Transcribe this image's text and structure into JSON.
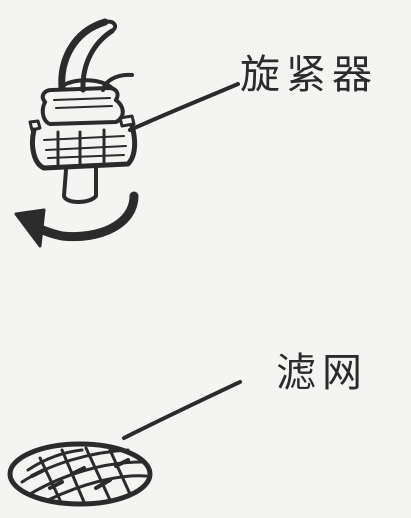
{
  "figure": {
    "parts": [
      {
        "id": "tightener",
        "label": "旋紧器",
        "icon": "tightener-icon"
      },
      {
        "id": "filter",
        "label": "滤网",
        "icon": "filter-screen-icon"
      }
    ],
    "colors": {
      "background": "#f4f4f2",
      "ink": "#2b2b2b"
    }
  }
}
